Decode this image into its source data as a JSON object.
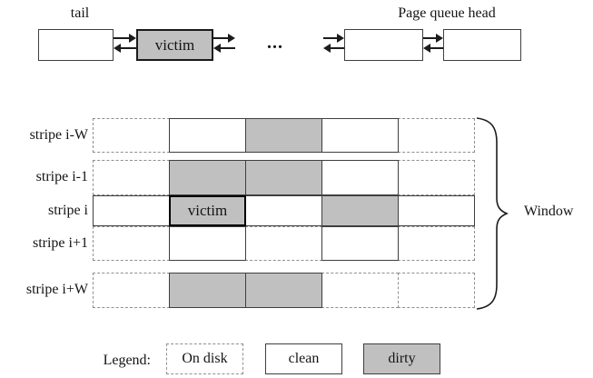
{
  "colors": {
    "dirty_fill": "#c0c0c0",
    "dashed_border": "#8f8f8f",
    "solid_border": "#3f3f3f",
    "text": "#141414"
  },
  "queue": {
    "tail_label": "tail",
    "head_label": "Page queue head",
    "victim_label": "victim",
    "ellipsis": "..."
  },
  "stripes": {
    "victim_cell_label": "victim",
    "rows": [
      {
        "label": "stripe i-W",
        "cells": [
          "disk",
          "clean",
          "dirty",
          "clean",
          "disk"
        ]
      },
      {
        "label": "stripe i-1",
        "cells": [
          "disk",
          "dirty",
          "dirty",
          "clean",
          "disk"
        ]
      },
      {
        "label": "stripe i",
        "cells": [
          "clean",
          "victim",
          "clean",
          "dirty",
          "clean"
        ]
      },
      {
        "label": "stripe i+1",
        "cells": [
          "disk",
          "clean",
          "disk",
          "clean",
          "disk"
        ]
      },
      {
        "label": "stripe i+W",
        "cells": [
          "disk",
          "dirty",
          "dirty",
          "disk",
          "disk"
        ]
      }
    ]
  },
  "window_label": "Window",
  "legend": {
    "title": "Legend:",
    "items": [
      {
        "label": "On disk",
        "style": "disk"
      },
      {
        "label": "clean",
        "style": "clean"
      },
      {
        "label": "dirty",
        "style": "dirty"
      }
    ]
  }
}
